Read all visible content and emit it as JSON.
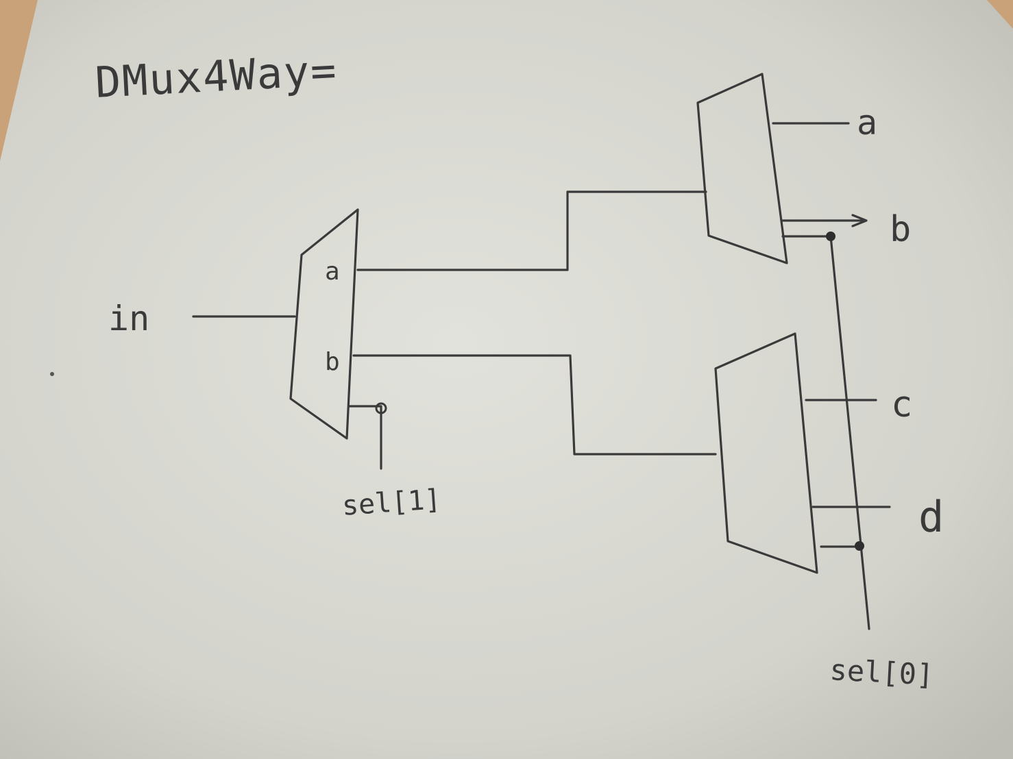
{
  "title": "DMux4Way=",
  "labels": {
    "in": "in",
    "sel1": "sel[1]",
    "sel0": "sel[0]",
    "mux_in_a": "a",
    "mux_in_b": "b",
    "out_a": "a",
    "out_b": "b",
    "out_c": "c",
    "out_d": "d"
  },
  "colors": {
    "paper": "#dcdcd6",
    "ink": "#3a3a3a",
    "table": "#c9a27a"
  }
}
